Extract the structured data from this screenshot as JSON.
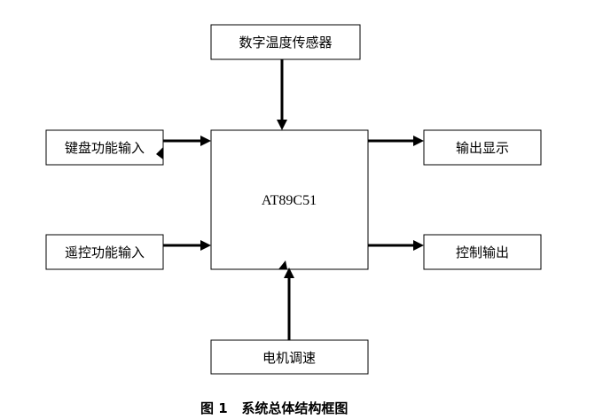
{
  "diagram": {
    "nodes": {
      "sensor": "数字温度传感器",
      "mcu": "AT89C51",
      "keyboard": "键盘功能输入",
      "remote": "遥控功能输入",
      "display": "输出显示",
      "control": "控制输出",
      "motor": "电机调速"
    },
    "caption": "图 1   系统总体结构框图"
  }
}
